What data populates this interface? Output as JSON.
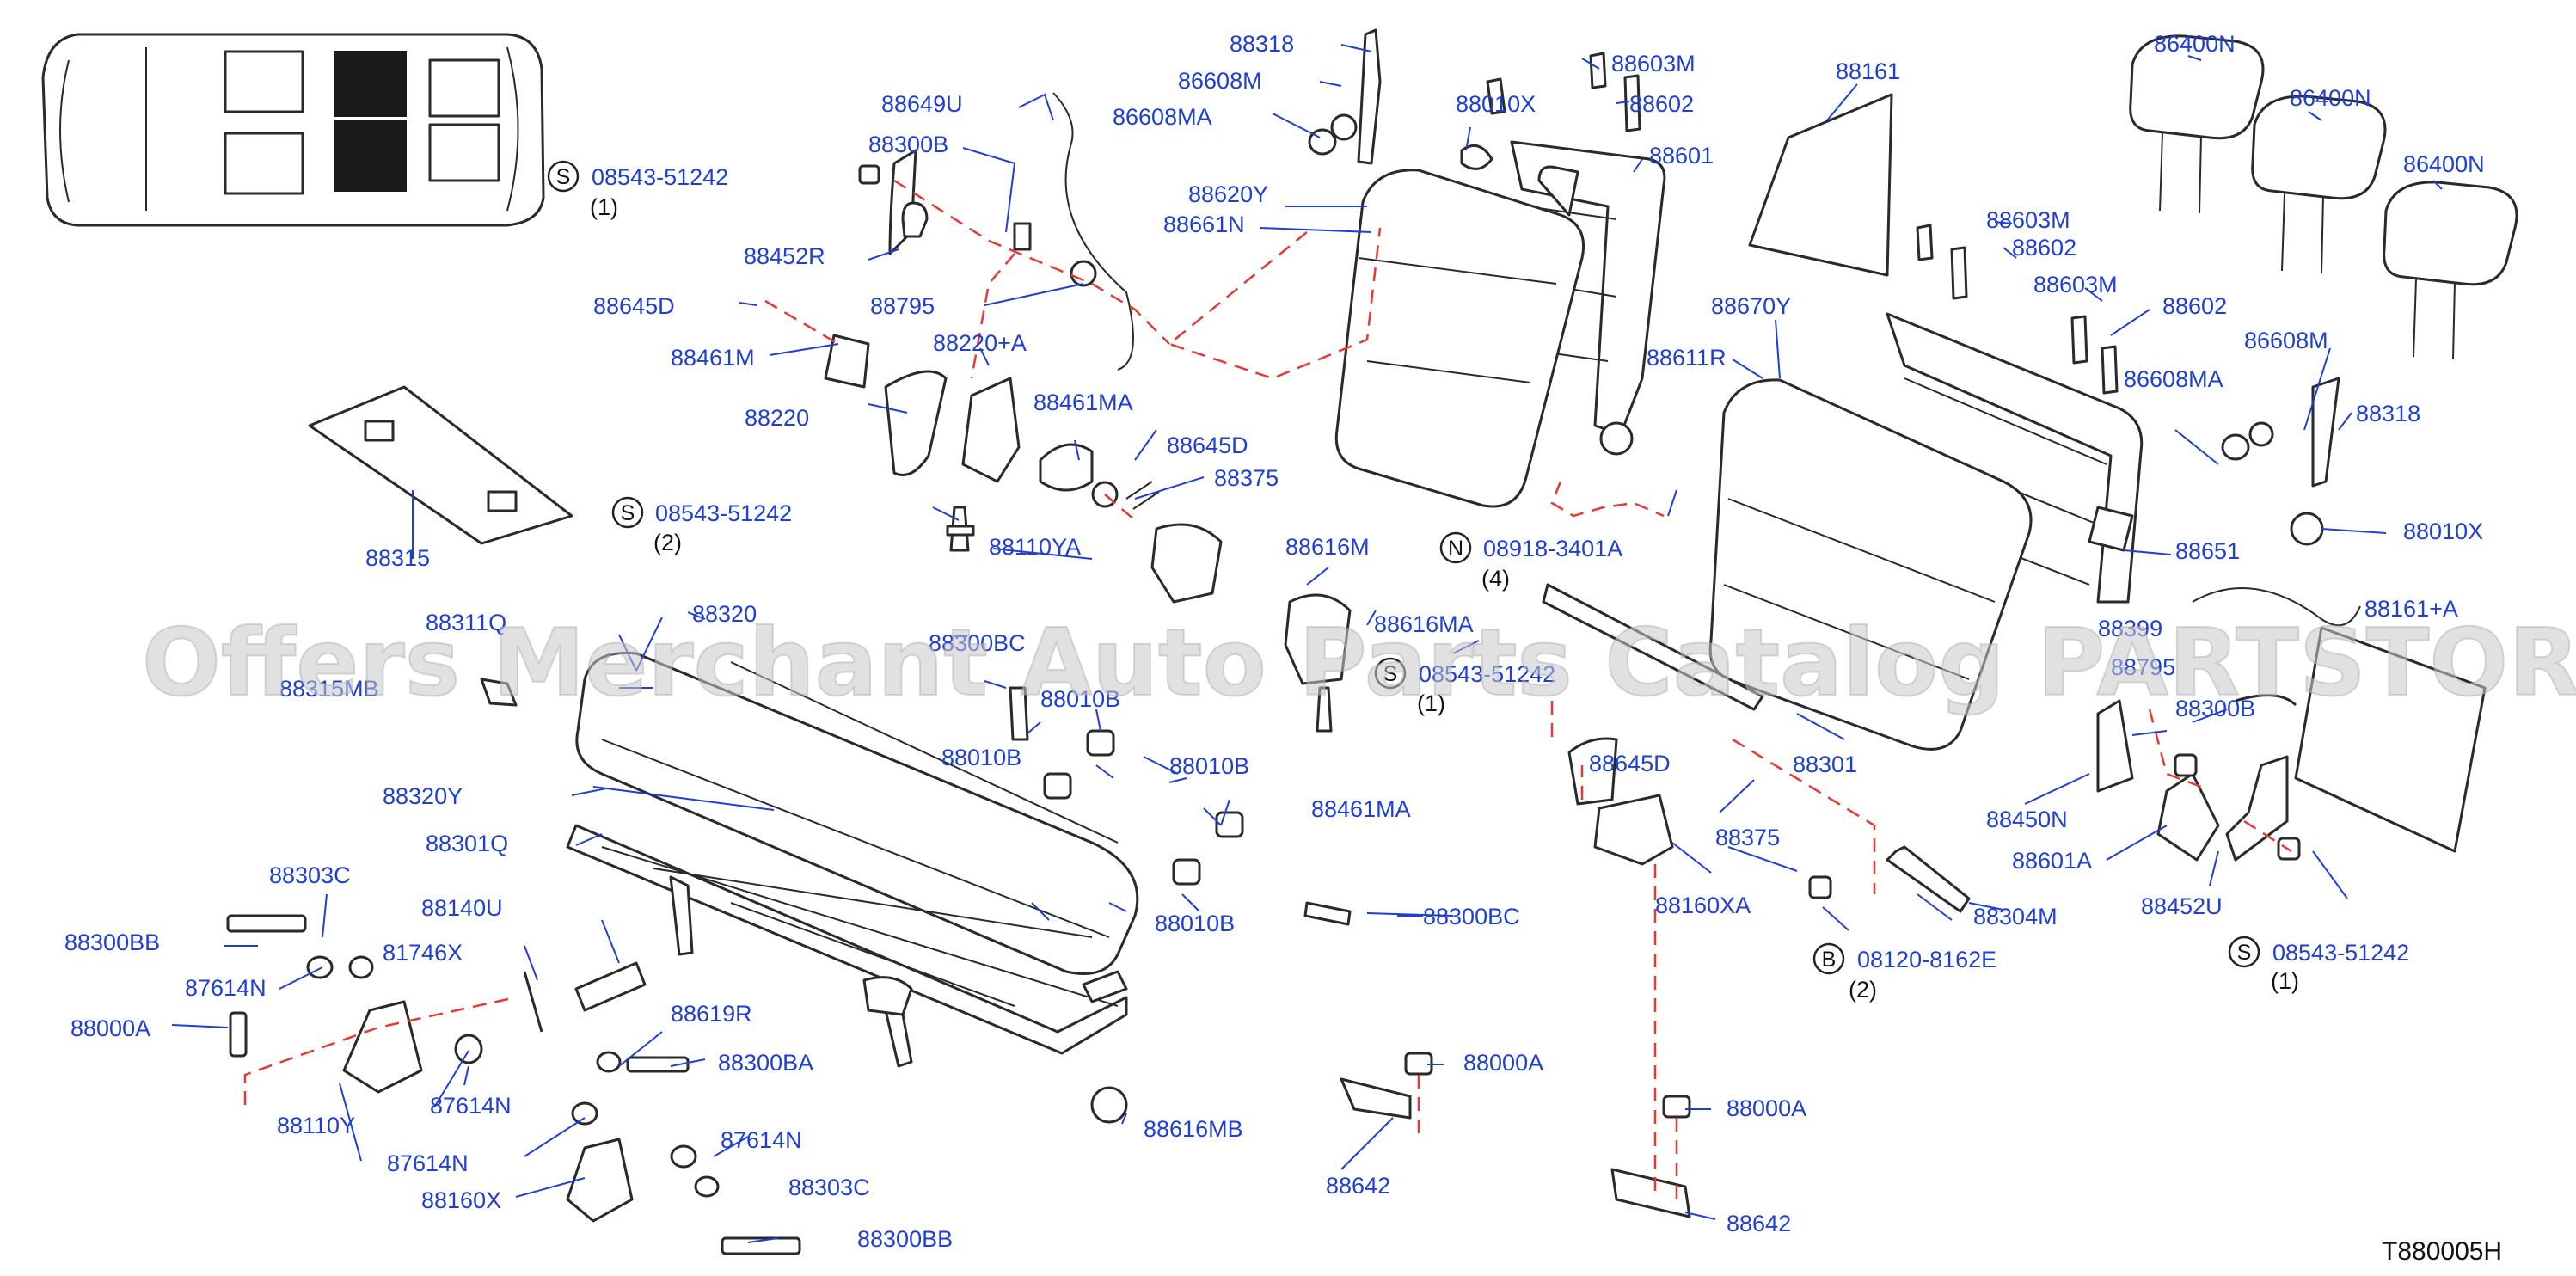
{
  "diagram_code": "T880005H",
  "watermark": "Offers Merchant Auto Parts Catalog PARTSTORE.SA",
  "part_labels": [
    "88318",
    "86608M",
    "86608MA",
    "88603M",
    "88602",
    "88010X",
    "88161",
    "86400N",
    "86400N",
    "86400N",
    "88601",
    "88649U",
    "88300B",
    "88620Y",
    "88661N",
    "88452R",
    "88795",
    "88645D",
    "88461M",
    "88220+A",
    "88220",
    "88461MA",
    "88645D",
    "88375",
    "88110YA",
    "88315",
    "88603M",
    "88602",
    "88603M",
    "88602",
    "88670Y",
    "88611R",
    "86608M",
    "86608MA",
    "88318",
    "88651",
    "88010X",
    "88616M",
    "88311Q",
    "88320",
    "88616MA",
    "88315MB",
    "88300BC",
    "88010B",
    "88010B",
    "88010B",
    "88320Y",
    "88301Q",
    "88010B",
    "88301",
    "88161+A",
    "88795",
    "88300B",
    "88645D",
    "88461MA",
    "88375",
    "88450N",
    "88601A",
    "88452U",
    "88160XA",
    "88304M",
    "88300BC",
    "88303C",
    "88300BB",
    "88140U",
    "81746X",
    "87614N",
    "88000A",
    "88619R",
    "88300BA",
    "88110Y",
    "87614N",
    "88616MB",
    "88000A",
    "88000A",
    "88642",
    "88642",
    "87614N",
    "87614N",
    "88160X",
    "88303C",
    "88300BB",
    "88399"
  ],
  "callouts": [
    {
      "symbol": "S",
      "code": "08543-51242",
      "qty": "(1)"
    },
    {
      "symbol": "S",
      "code": "08543-51242",
      "qty": "(2)"
    },
    {
      "symbol": "N",
      "code": "08918-3401A",
      "qty": "(4)"
    },
    {
      "symbol": "S",
      "code": "08543-51242",
      "qty": "(1)"
    },
    {
      "symbol": "B",
      "code": "08120-8162E",
      "qty": "(2)"
    },
    {
      "symbol": "S",
      "code": "08543-51242",
      "qty": "(1)"
    }
  ],
  "colors": {
    "label": "#1e3fd6",
    "leader": "#1e3fd6",
    "dashed_link": "#e53935",
    "outline": "#2a2a2a"
  }
}
